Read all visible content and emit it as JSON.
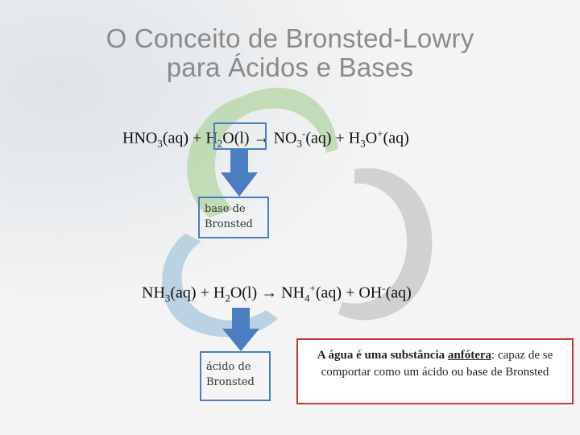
{
  "title": {
    "line1": "O Conceito de Bronsted-Lowry",
    "line2": "para Ácidos e Bases"
  },
  "equation1": {
    "r1": "HNO",
    "r1_sub": "3",
    "r1_state": "(aq) + H",
    "r2_sub": "2",
    "r2_state": "O(l)",
    "arrow": "→",
    "p1": "NO",
    "p1_sub": "3",
    "p1_sup": "-",
    "p1_state": "(aq) + H",
    "p2_sub": "3",
    "p2_mid": "O",
    "p2_sup": "+",
    "p2_state": "(aq)"
  },
  "equation2": {
    "r1": "NH",
    "r1_sub": "3",
    "r1_state": "(aq) + H",
    "r2_sub": "2",
    "r2_state": "O(l)",
    "arrow": "→",
    "p1": "NH",
    "p1_sub": "4",
    "p1_sup": "+",
    "p1_state": "(aq) + OH",
    "p2_sup": "-",
    "p2_state": "(aq)"
  },
  "label1": {
    "line1": "base de",
    "line2": "Bronsted"
  },
  "label2": {
    "line1": "ácido de",
    "line2": "Bronsted"
  },
  "note": {
    "part1": "A água é uma substância ",
    "bold": "anfótera",
    "part2": ": capaz de se comportar como um ácido ou base de Bronsted"
  },
  "colors": {
    "title": "#8a8a8a",
    "box_border": "#4a7ec0",
    "arrow_fill": "#4a7ec0",
    "note_border": "#c0392b",
    "swirl_green": "#bcd9b0",
    "swirl_gray": "#cfd0cc",
    "swirl_blue": "#b7d0e2"
  }
}
